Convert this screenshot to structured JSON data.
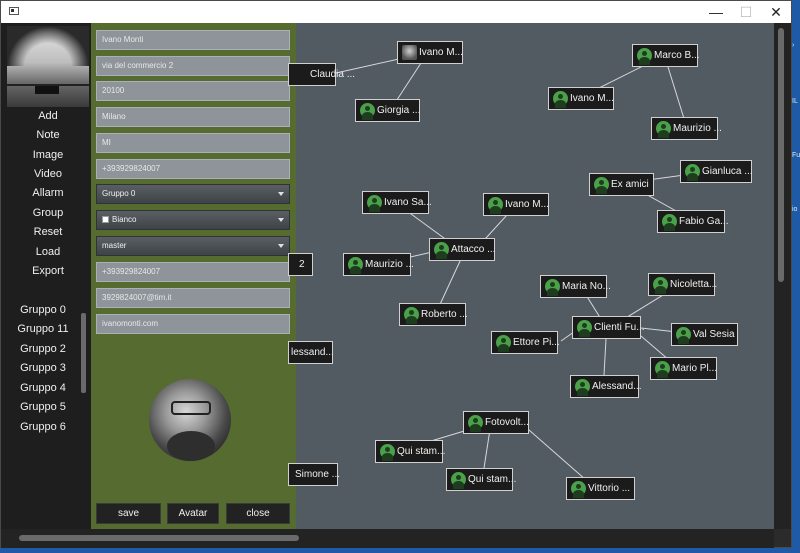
{
  "window": {
    "min_glyph": "—",
    "max_glyph": "☐",
    "close_glyph": "✕"
  },
  "sidebar": {
    "menu": [
      {
        "label": "Add",
        "name": "menu-add"
      },
      {
        "label": "Note",
        "name": "menu-note"
      },
      {
        "label": "Image",
        "name": "menu-image"
      },
      {
        "label": "Video",
        "name": "menu-video"
      },
      {
        "label": "Allarm",
        "name": "menu-allarm"
      },
      {
        "label": "Group",
        "name": "menu-group"
      },
      {
        "label": "Reset",
        "name": "menu-reset"
      },
      {
        "label": "Load",
        "name": "menu-load"
      },
      {
        "label": "Export",
        "name": "menu-export"
      }
    ],
    "groups": [
      "Gruppo 0",
      "Gruppo 11",
      "Gruppo 2",
      "Gruppo 3",
      "Gruppo 4",
      "Gruppo 5",
      "Gruppo 6"
    ]
  },
  "form": {
    "name": "Ivano Monti",
    "address": "via del commercio 2",
    "zip": "20100",
    "city": "Milano",
    "province": "MI",
    "phone": "+393929824007",
    "group_select": "Gruppo 0",
    "color_select": "Bianco",
    "branch_select": "master",
    "phone2": "+393929824007",
    "email": "3929824007@tim.it",
    "website": "ivanomonti.com",
    "save_label": "save",
    "avatar_label": "Avatar",
    "close_label": "close"
  },
  "canvas": {
    "nodes": [
      {
        "label": "Claudia ...",
        "name": "node-claudia"
      },
      {
        "label": "Ivano M...",
        "name": "node-ivano-m-top",
        "photo": true
      },
      {
        "label": "Giorgia ...",
        "name": "node-giorgia"
      },
      {
        "label": "Marco B...",
        "name": "node-marco-b"
      },
      {
        "label": "Ivano M...",
        "name": "node-ivano-m-right"
      },
      {
        "label": "Maurizio ...",
        "name": "node-maurizio-right"
      },
      {
        "label": "Ex amici",
        "name": "node-ex-amici"
      },
      {
        "label": "Gianluca ...",
        "name": "node-gianluca"
      },
      {
        "label": "Fabio Ga...",
        "name": "node-fabio-ga"
      },
      {
        "label": "Ivano Sa...",
        "name": "node-ivano-sa"
      },
      {
        "label": "Ivano M...",
        "name": "node-ivano-m-mid"
      },
      {
        "label": "Attacco ...",
        "name": "node-attacco"
      },
      {
        "label": "Maurizio ...",
        "name": "node-maurizio-mid"
      },
      {
        "label": "Roberto ...",
        "name": "node-roberto"
      },
      {
        "label": "2",
        "name": "node-partial-2"
      },
      {
        "label": "Maria No...",
        "name": "node-maria-no"
      },
      {
        "label": "Nicoletta...",
        "name": "node-nicoletta"
      },
      {
        "label": "Clienti Fu...",
        "name": "node-clienti-fu"
      },
      {
        "label": "Val Sesia",
        "name": "node-val-sesia"
      },
      {
        "label": "Ettore Pi...",
        "name": "node-ettore-pi"
      },
      {
        "label": "Mario Pl...",
        "name": "node-mario-pl"
      },
      {
        "label": "Alessand...",
        "name": "node-alessand"
      },
      {
        "label": "lessand...",
        "name": "node-alessand-partial"
      },
      {
        "label": "Fotovolt...",
        "name": "node-fotovolt"
      },
      {
        "label": "Qui stam...",
        "name": "node-qui-stam-1"
      },
      {
        "label": "Qui stam...",
        "name": "node-qui-stam-2"
      },
      {
        "label": "Vittorio ...",
        "name": "node-vittorio"
      },
      {
        "label": "Simone ...",
        "name": "node-simone"
      }
    ]
  },
  "background_edge": [
    "IL",
    "Fu",
    "io"
  ]
}
